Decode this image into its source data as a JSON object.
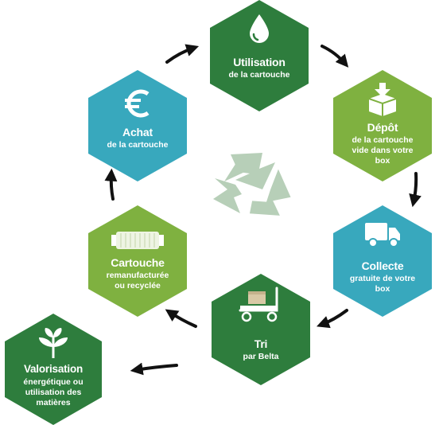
{
  "colors": {
    "dark_green": "#2e7d3d",
    "light_green": "#7fb140",
    "teal": "#38a8bd",
    "arrow": "#111111",
    "recycle": "#b7cfb8"
  },
  "steps": [
    {
      "title": "Utilisation",
      "lines": [
        "de la cartouche"
      ],
      "icon": "drop-icon"
    },
    {
      "title": "Dépôt",
      "lines": [
        "de la cartouche",
        "vide dans votre",
        "box"
      ],
      "icon": "box-icon"
    },
    {
      "title": "Collecte",
      "lines": [
        "gratuite de votre",
        "box"
      ],
      "icon": "truck-icon"
    },
    {
      "title": "Tri",
      "lines": [
        "par Belta"
      ],
      "icon": "cart-icon"
    },
    {
      "title": "Cartouche",
      "lines": [
        "remanufacturée",
        "ou recyclée"
      ],
      "icon": "cartridge-icon"
    },
    {
      "title": "Achat",
      "lines": [
        "de la cartouche"
      ],
      "icon": "euro-icon"
    },
    {
      "title": "Valorisation",
      "lines": [
        "énergétique ou",
        "utilisation des",
        "matières"
      ],
      "icon": "plant-icon"
    }
  ]
}
